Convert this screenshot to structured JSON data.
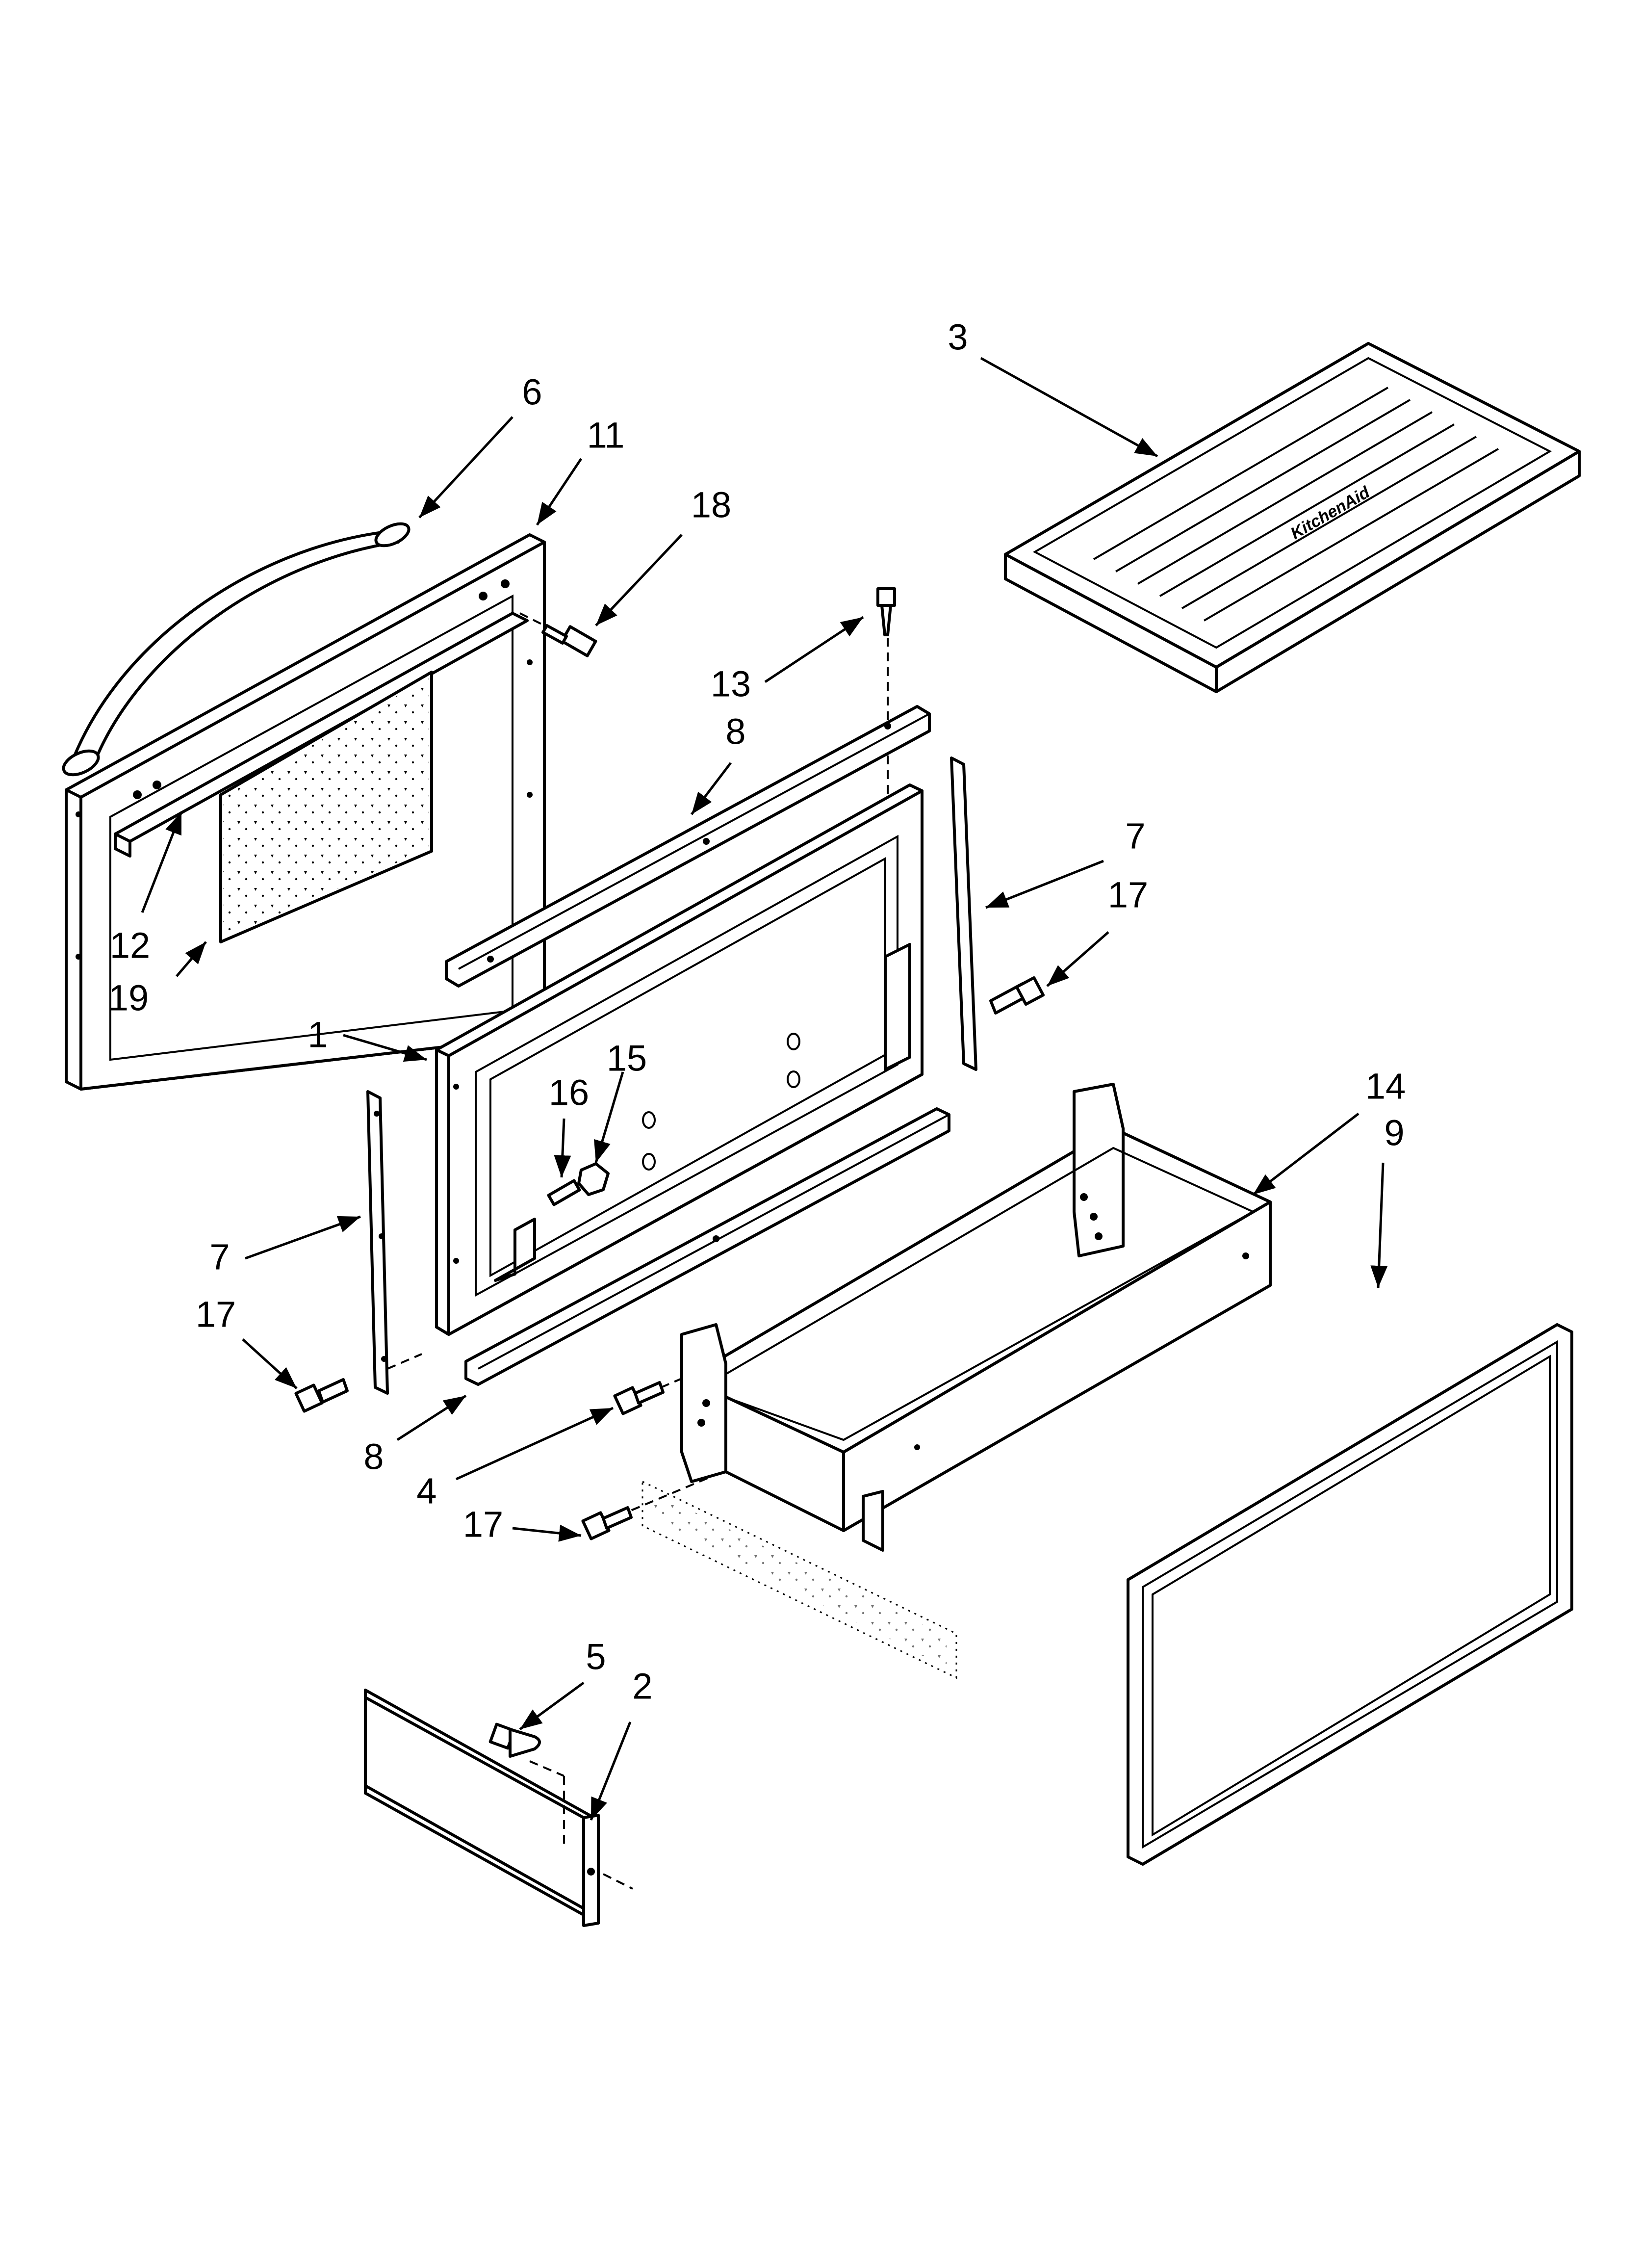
{
  "diagram": {
    "labels": [
      {
        "id": "l3",
        "text": "3"
      },
      {
        "id": "l6",
        "text": "6"
      },
      {
        "id": "l11",
        "text": "11"
      },
      {
        "id": "l18",
        "text": "18"
      },
      {
        "id": "l13",
        "text": "13"
      },
      {
        "id": "l8a",
        "text": "8"
      },
      {
        "id": "l7a",
        "text": "7"
      },
      {
        "id": "l17a",
        "text": "17"
      },
      {
        "id": "l12",
        "text": "12"
      },
      {
        "id": "l19",
        "text": "19"
      },
      {
        "id": "l1",
        "text": "1"
      },
      {
        "id": "l16",
        "text": "16"
      },
      {
        "id": "l15",
        "text": "15"
      },
      {
        "id": "l14",
        "text": "14"
      },
      {
        "id": "l9",
        "text": "9"
      },
      {
        "id": "l7b",
        "text": "7"
      },
      {
        "id": "l17b",
        "text": "17"
      },
      {
        "id": "l8b",
        "text": "8"
      },
      {
        "id": "l4",
        "text": "4"
      },
      {
        "id": "l17c",
        "text": "17"
      },
      {
        "id": "l5",
        "text": "5"
      },
      {
        "id": "l2",
        "text": "2"
      }
    ]
  }
}
